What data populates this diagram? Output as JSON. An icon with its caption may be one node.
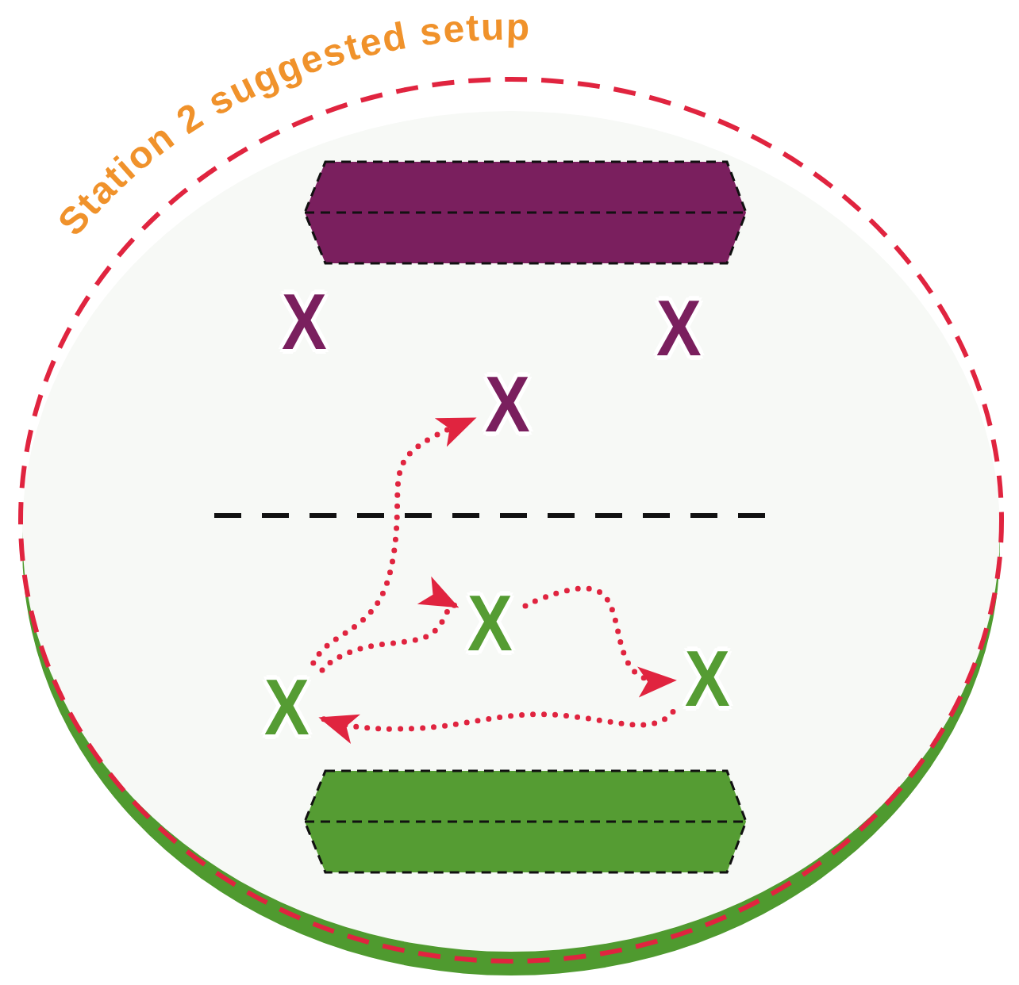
{
  "diagram": {
    "title": "Station 2 suggested setup",
    "nodes": [
      {
        "text": [
          "X"
        ]
      },
      {
        "text": [
          "X"
        ]
      },
      {
        "text": [
          "X"
        ]
      },
      {
        "text": [
          "X"
        ]
      },
      {
        "text": [
          "X"
        ]
      },
      {
        "text": [
          "X"
        ]
      }
    ],
    "edges": [
      {
        "from": 5,
        "to": 2,
        "arrow": "to"
      },
      {
        "from": 5,
        "to": 3,
        "arrow": "to"
      },
      {
        "from": 3,
        "to": 4,
        "arrow": "to"
      },
      {
        "from": 4,
        "to": 5,
        "arrow": "to"
      }
    ]
  }
}
